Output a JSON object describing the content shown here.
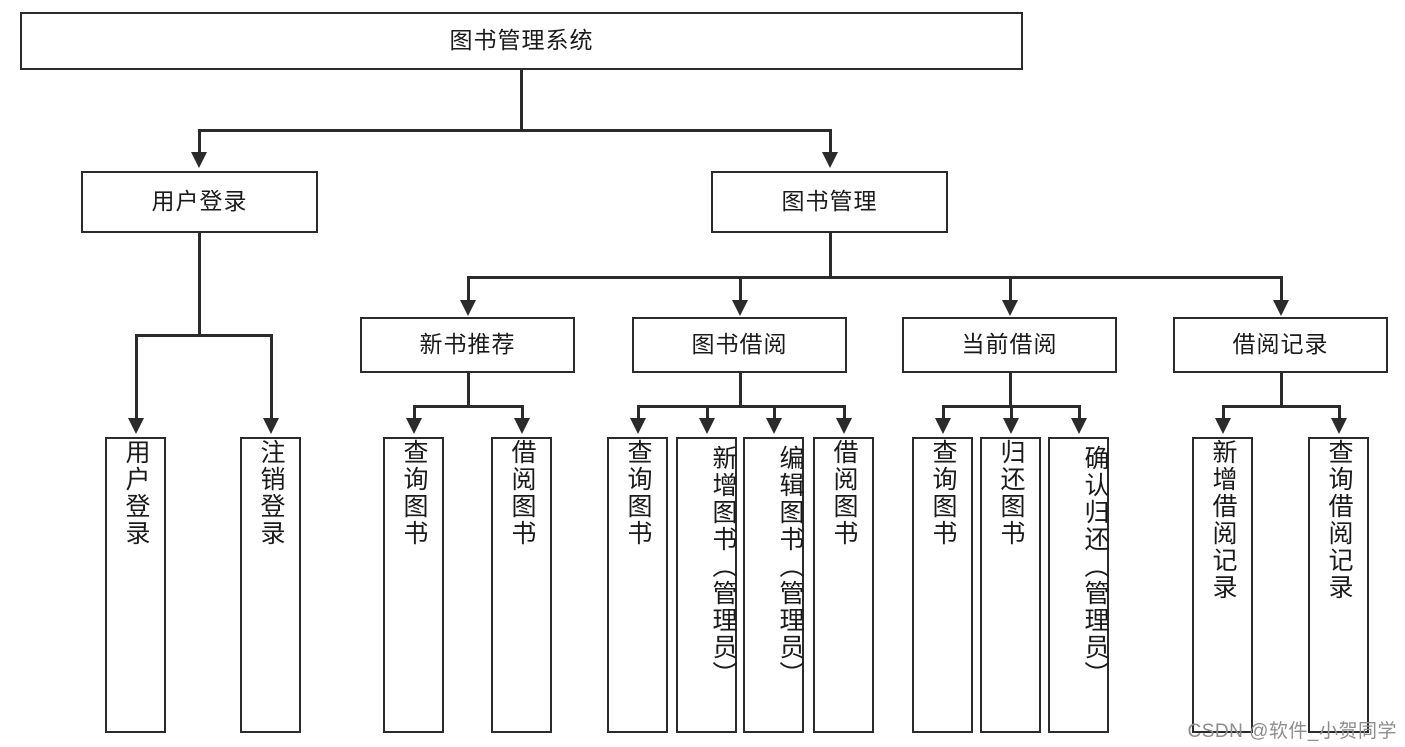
{
  "diagram": {
    "type": "tree-hierarchy-chart",
    "title_node": {
      "label": "图书管理系统"
    },
    "level2": [
      {
        "id": "user-login",
        "label": "用户登录"
      },
      {
        "id": "book-management",
        "label": "图书管理"
      }
    ],
    "level3": [
      {
        "id": "new-book-recommend",
        "label": "新书推荐",
        "parent": "book-management"
      },
      {
        "id": "book-borrow",
        "label": "图书借阅",
        "parent": "book-management"
      },
      {
        "id": "current-borrow",
        "label": "当前借阅",
        "parent": "book-management"
      },
      {
        "id": "borrow-record",
        "label": "借阅记录",
        "parent": "book-management"
      }
    ],
    "leaves": {
      "user_login": [
        {
          "id": "leaf-user-login",
          "label": "用户登录"
        },
        {
          "id": "leaf-logout",
          "label": "注销登录"
        }
      ],
      "new_book_recommend": [
        {
          "id": "leaf-query-book-1",
          "label": "查询图书"
        },
        {
          "id": "leaf-borrow-book-1",
          "label": "借阅图书"
        }
      ],
      "book_borrow": [
        {
          "id": "leaf-query-book-2",
          "label": "查询图书"
        },
        {
          "id": "leaf-add-book",
          "label": "新增图书（管理员）"
        },
        {
          "id": "leaf-edit-book",
          "label": "编辑图书（管理员）"
        },
        {
          "id": "leaf-borrow-book-2",
          "label": "借阅图书"
        }
      ],
      "current_borrow": [
        {
          "id": "leaf-query-book-3",
          "label": "查询图书"
        },
        {
          "id": "leaf-return-book",
          "label": "归还图书"
        },
        {
          "id": "leaf-confirm-return",
          "label": "确认归还（管理员）"
        }
      ],
      "borrow_record": [
        {
          "id": "leaf-add-record",
          "label": "新增借阅记录"
        },
        {
          "id": "leaf-query-record",
          "label": "查询借阅记录"
        }
      ]
    }
  },
  "watermark": {
    "text": "CSDN @软件_小贺同学"
  },
  "colors": {
    "stroke": "#2b2b2b",
    "fill": "#ffffff",
    "text": "#1a1a1a",
    "watermark": "#8d8d8d"
  }
}
